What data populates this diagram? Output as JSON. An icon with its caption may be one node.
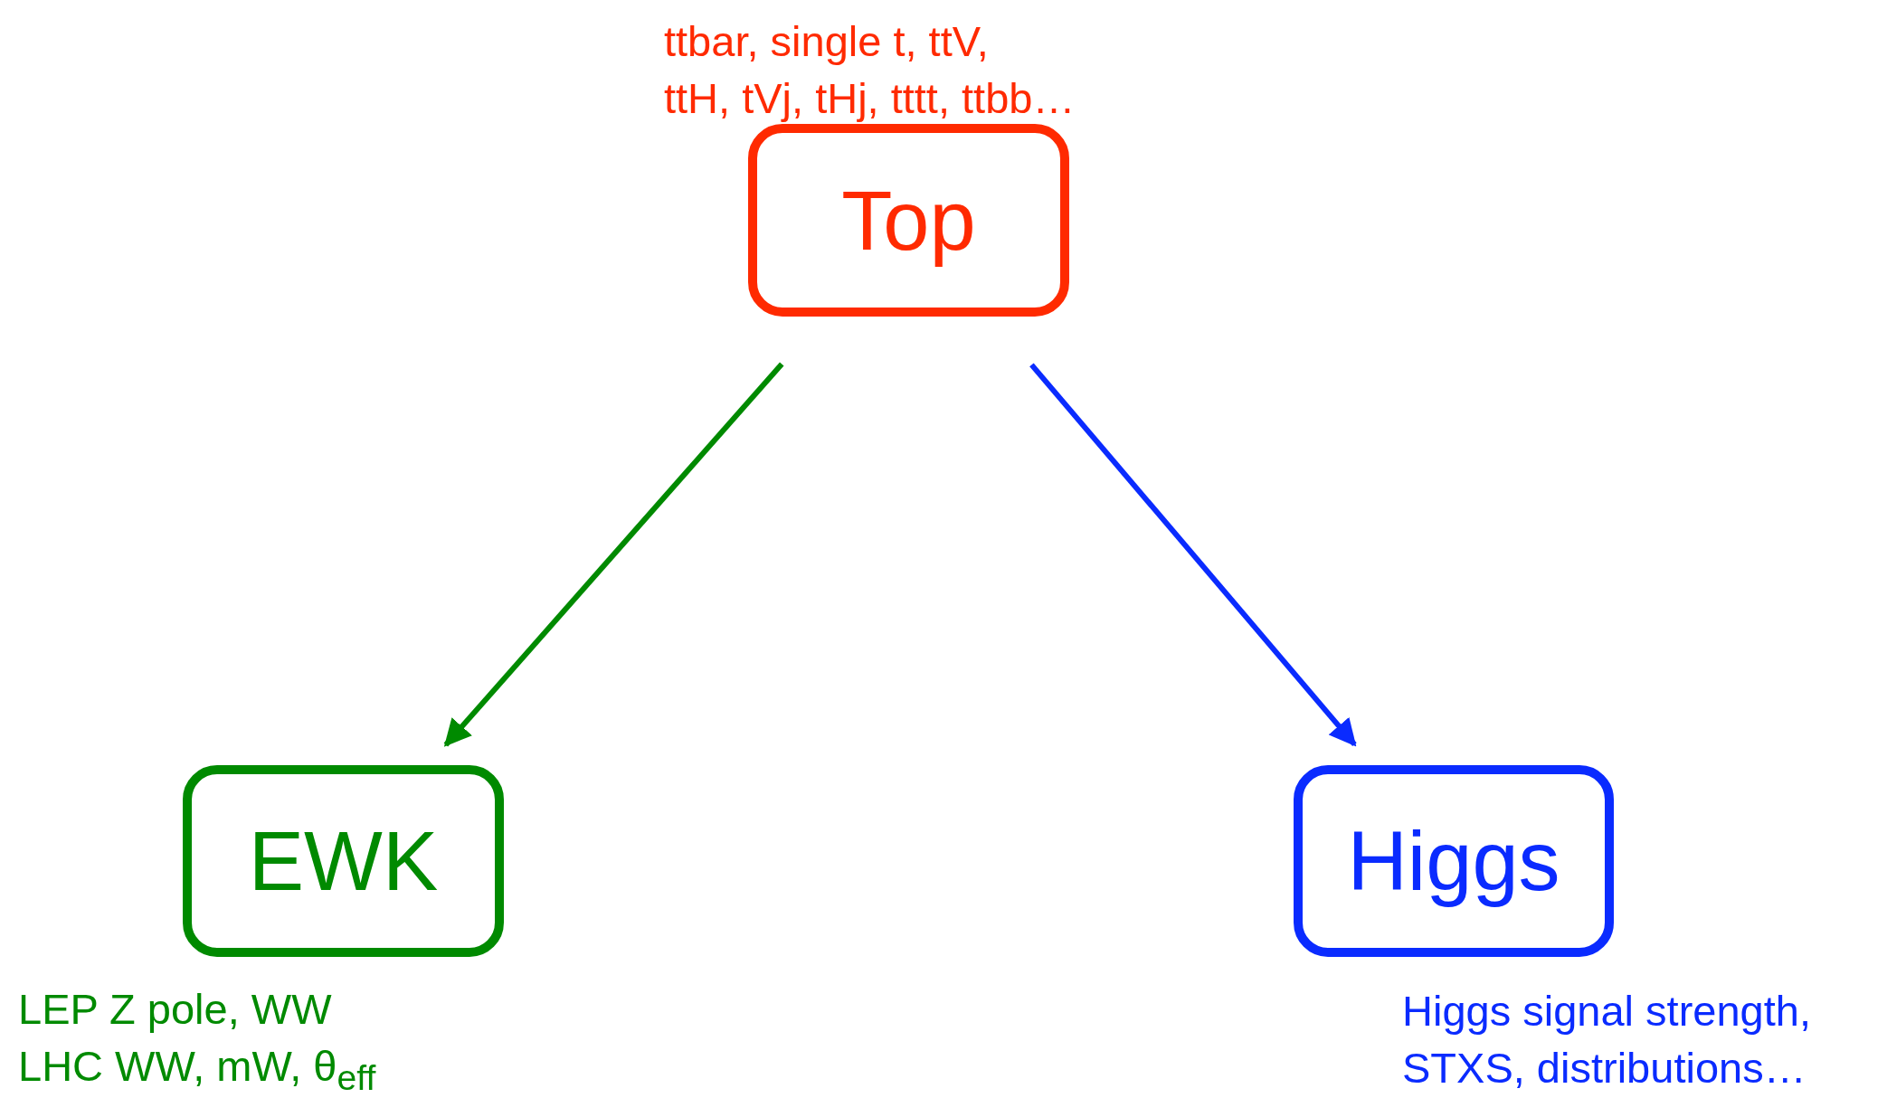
{
  "diagram": {
    "nodes": [
      {
        "text": [
          "Top"
        ],
        "beside": [
          "ttbar, single t, ttV,",
          "ttH, tVj, tHj, tttt, ttbb…"
        ]
      },
      {
        "text": [
          "EWK"
        ],
        "beside": [
          "LEP Z pole, WW",
          "LHC WW, mW, θ$_{eff}$"
        ]
      },
      {
        "text": [
          "Higgs"
        ],
        "beside": [
          "Higgs signal strength, STXS, distributions…"
        ]
      }
    ],
    "edges": [
      {
        "from": 0,
        "to": 1,
        "arrow": "to",
        "color": "#008a00"
      },
      {
        "from": 0,
        "to": 2,
        "arrow": "to",
        "color": "#0a2bff"
      }
    ]
  }
}
